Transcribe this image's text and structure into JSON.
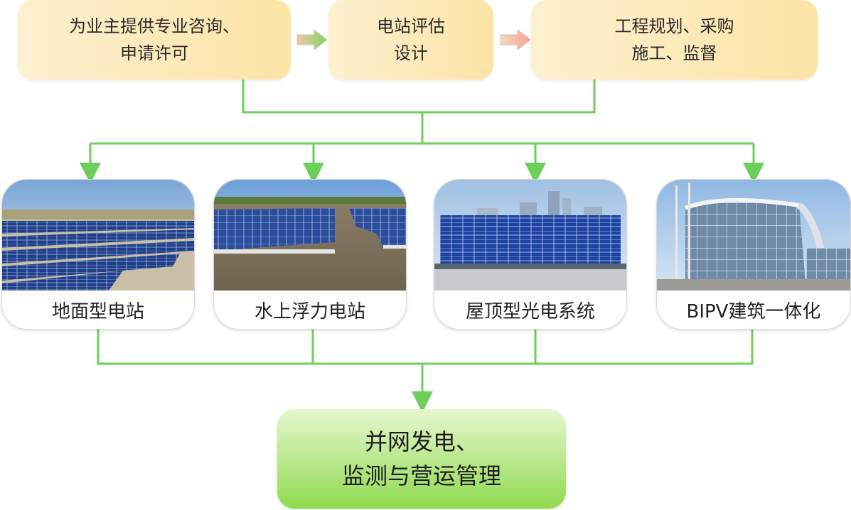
{
  "top_steps": [
    {
      "line1": "为业主提供专业咨询、",
      "line2": "申请许可"
    },
    {
      "line1": "电站评估",
      "line2": "设计"
    },
    {
      "line1": "工程规划、采购",
      "line2": "施工、监督"
    }
  ],
  "station_types": [
    {
      "label": "地面型电站",
      "photo": "ground-solar-farm"
    },
    {
      "label": "水上浮力电站",
      "photo": "floating-solar-plant"
    },
    {
      "label": "屋顶型光电系统",
      "photo": "rooftop-pv-system"
    },
    {
      "label": "BIPV建筑一体化",
      "photo": "bipv-glass-building"
    }
  ],
  "final_step": {
    "line1": "并网发电、",
    "line2": "监测与营运管理"
  },
  "colors": {
    "connector_green": "#6ccf5a",
    "top_box_fill": "#fde4a6",
    "bottom_box_fill": "#8fda4e",
    "arrow_green": "#7fd26b",
    "arrow_salmon": "#f2a590"
  }
}
